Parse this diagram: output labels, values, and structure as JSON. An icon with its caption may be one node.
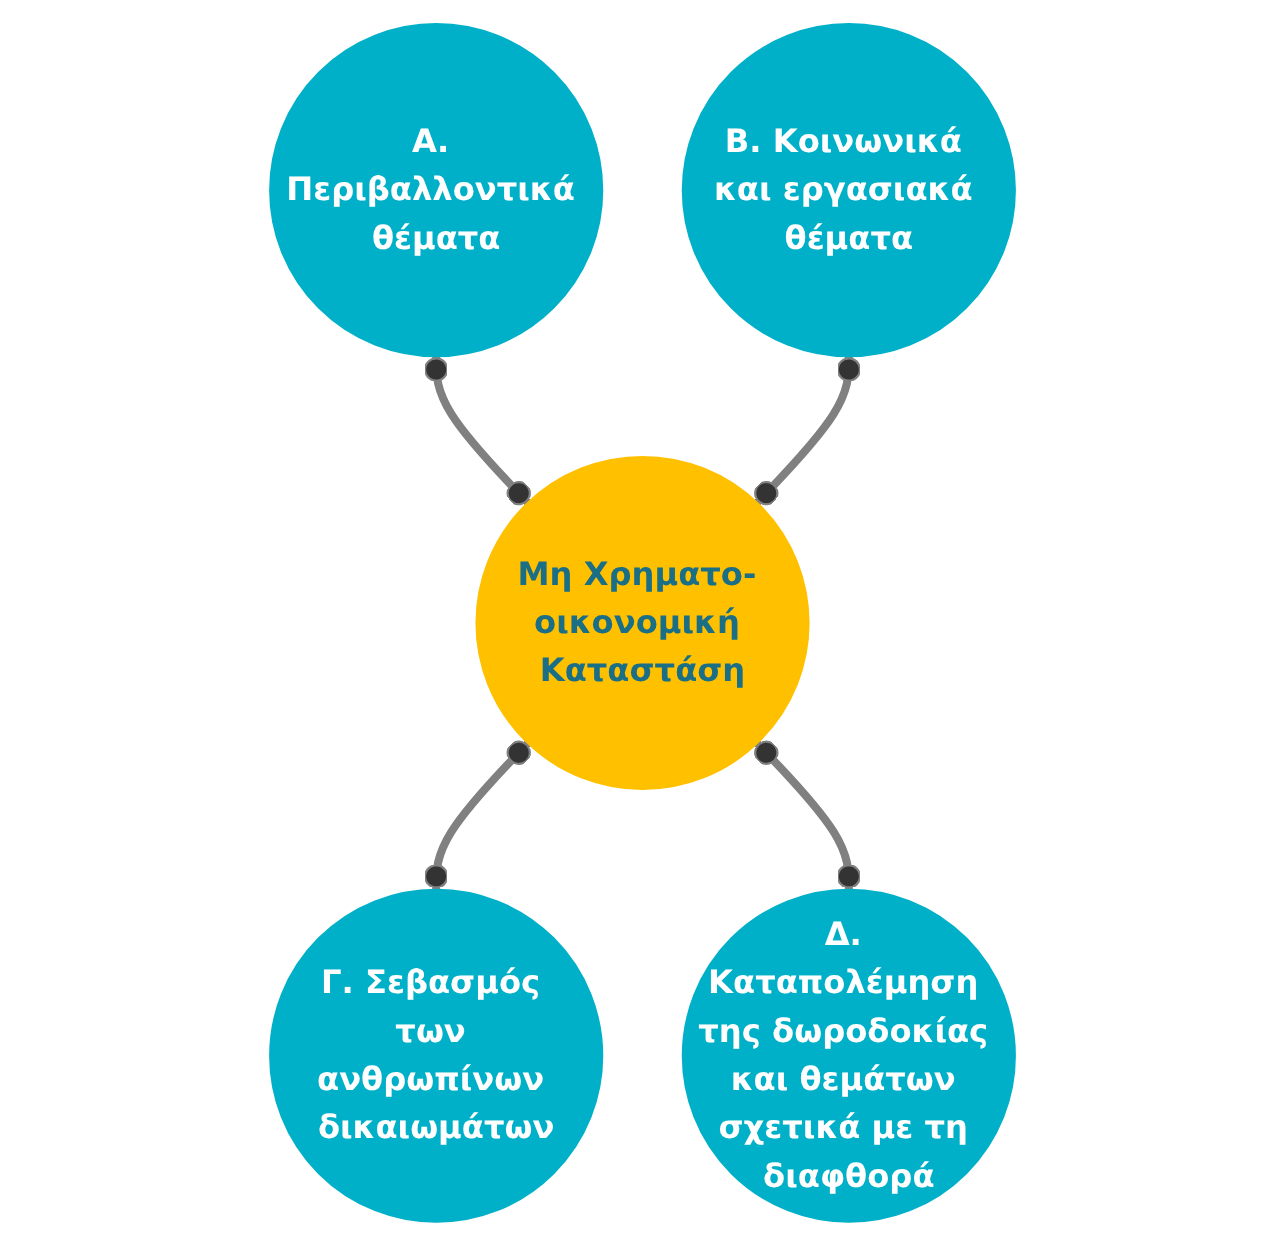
{
  "diagram": {
    "nodes": [
      {
        "text": [
          "Α. Περιβαλλοντικά θέματα"
        ]
      },
      {
        "text": [
          "Β. Κοινωνικά και εργασιακά θέματα"
        ]
      },
      {
        "text": [
          "Μη Χρηματο- οικονομική Καταστάση"
        ]
      },
      {
        "text": [
          "Γ. Σεβασμός των ανθρωπίνων δικαιωμάτων"
        ]
      },
      {
        "text": [
          "Δ. Καταπολέμηση της δωροδοκίας και θεμάτων σχετικά με τη διαφθορά"
        ]
      }
    ],
    "edges": [
      {
        "from": 0,
        "to": 2,
        "arrow": "other"
      },
      {
        "from": 1,
        "to": 2,
        "arrow": "other"
      },
      {
        "from": 2,
        "to": 3,
        "arrow": "other"
      },
      {
        "from": 2,
        "to": 4,
        "arrow": "other"
      }
    ]
  }
}
